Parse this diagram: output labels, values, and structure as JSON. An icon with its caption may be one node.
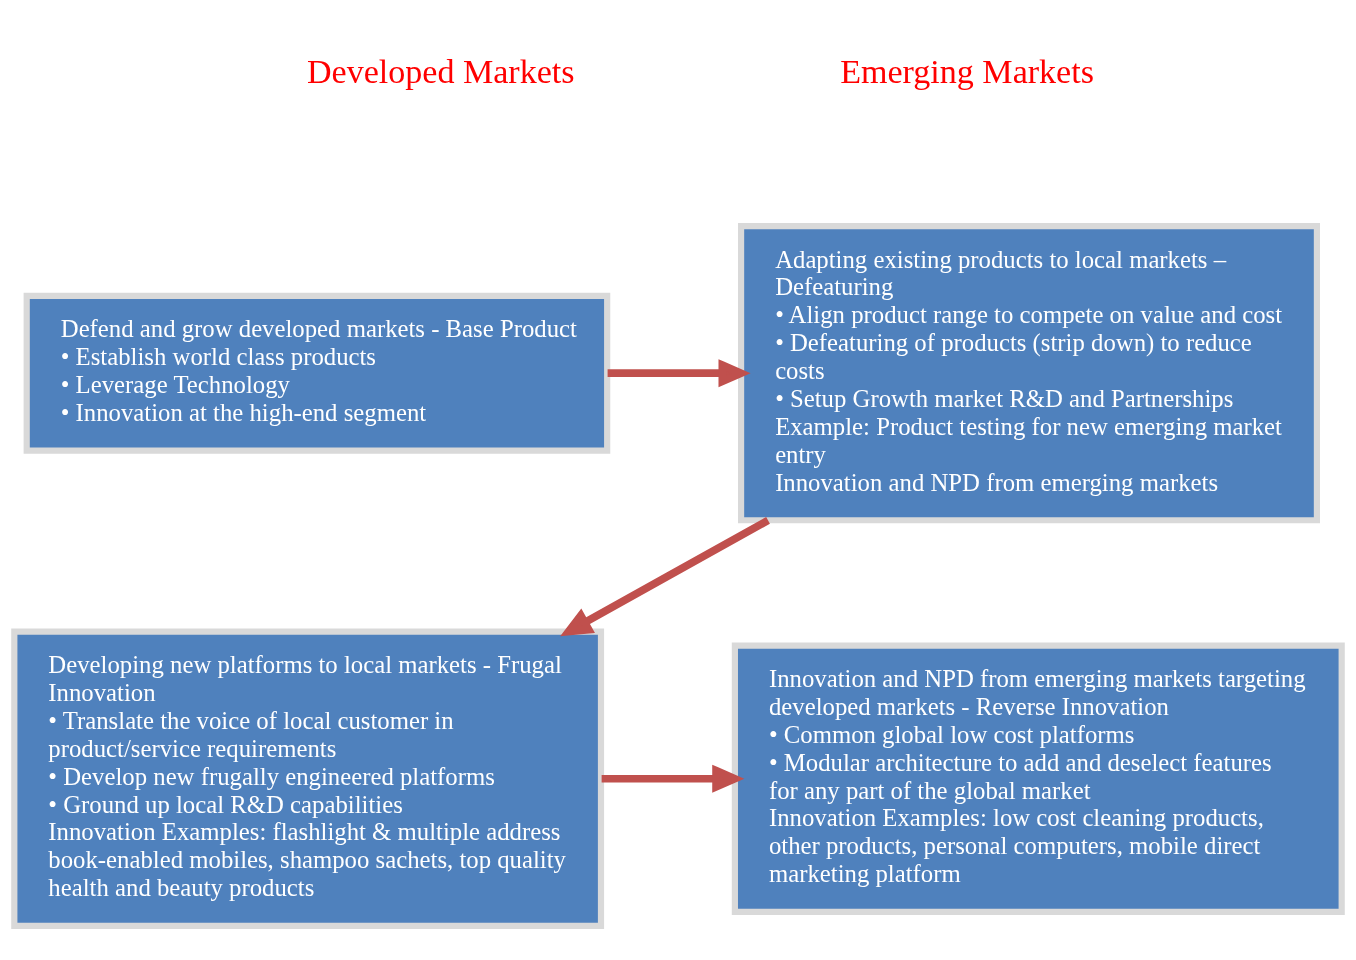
{
  "diagram": {
    "nodes": [
      {
        "text": [
          "Defend and grow developed markets - Base Product",
          "• Establish world class products",
          "• Leverage Technology",
          "• Innovation at the high-end segment"
        ]
      },
      {
        "text": [
          "Adapting existing products to local markets – Defeaturing",
          "• Align product range to compete on value and cost",
          "• Defeaturing of products (strip down) to reduce costs",
          "• Setup Growth market R&D and Partnerships",
          "Example: Product testing for new emerging market entry",
          "Innovation and NPD from emerging markets"
        ]
      },
      {
        "text": [
          "Innovation and NPD from emerging markets targeting developed markets - Reverse Innovation",
          "• Common global low cost platforms",
          "• Modular architecture to add and deselect features for any part of the global market",
          "Innovation Examples: low cost cleaning products, other products, personal computers, mobile direct marketing platform"
        ]
      },
      {
        "text": [
          "Developing new platforms to local markets - Frugal Innovation",
          "• Translate the voice of local customer in product/service requirements",
          "• Develop new frugally engineered platforms",
          "• Ground up local R&D capabilities",
          "Innovation Examples: flashlight & multiple address book-enabled mobiles, shampoo sachets, top quality health and beauty products"
        ]
      }
    ],
    "edges": [
      {
        "from": 0,
        "to": 1,
        "arrow": "to"
      },
      {
        "from": 1,
        "to": 3,
        "arrow": "to"
      },
      {
        "from": 3,
        "to": 2,
        "arrow": "to"
      }
    ],
    "labels": [
      "Developed Markets",
      "Emerging Markets"
    ]
  }
}
